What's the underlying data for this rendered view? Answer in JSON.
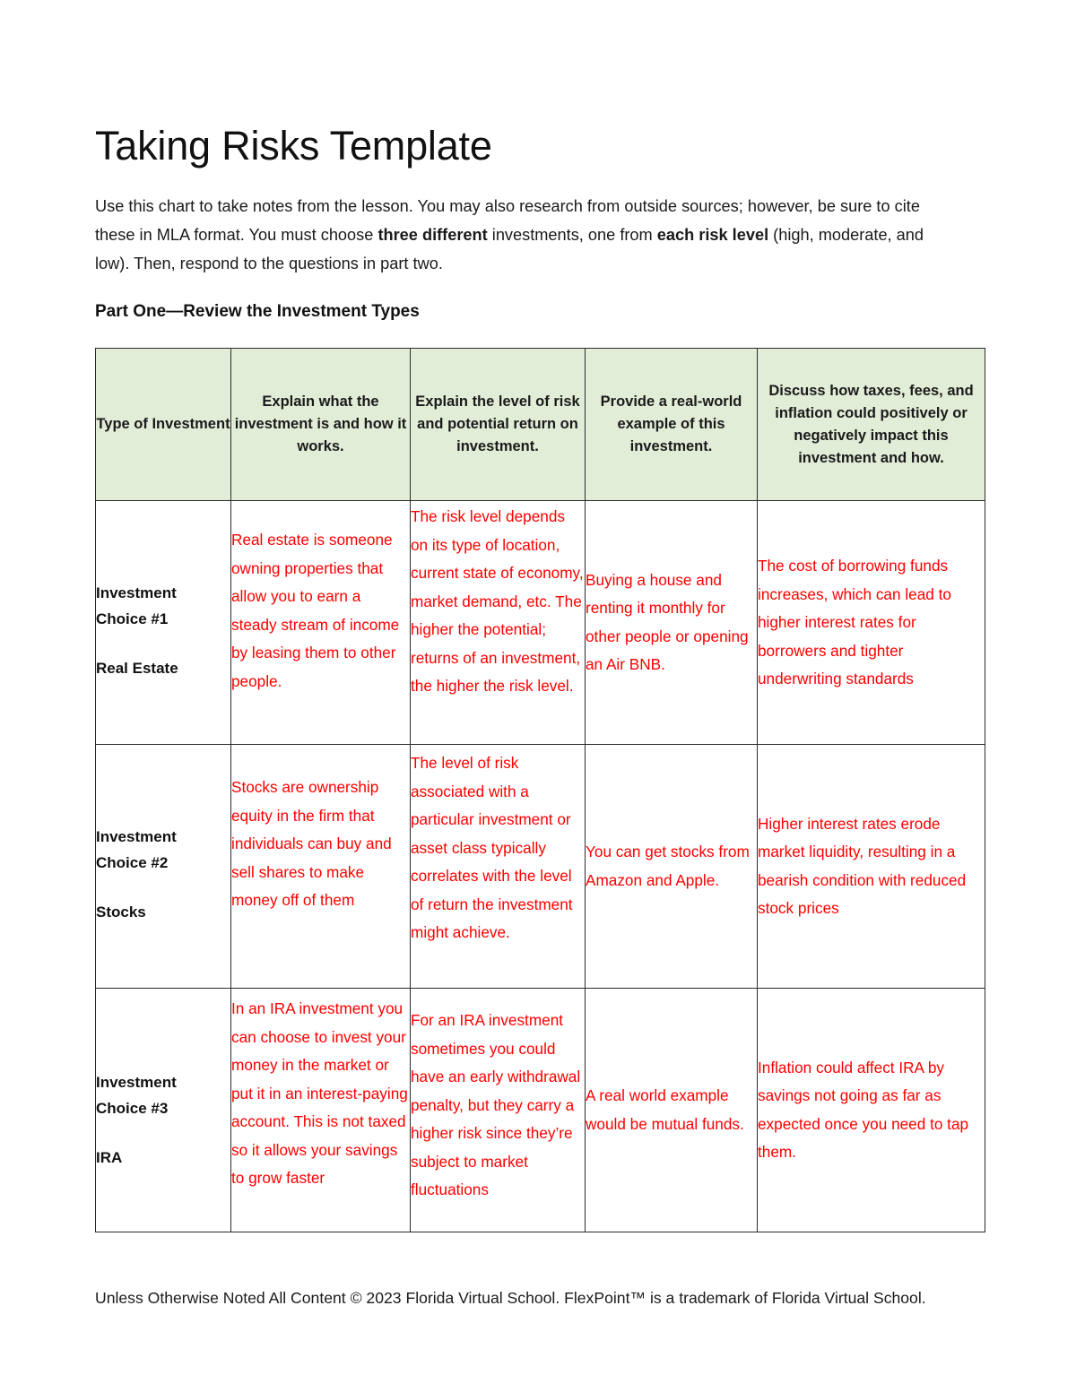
{
  "document": {
    "title": "Taking Risks Template",
    "intro": {
      "part_1": "Use this chart to take notes from the lesson. You may also research from outside sources; however, be sure to cite these in MLA format. You must choose ",
      "bold_1": "three different",
      "part_2": " investments, one from ",
      "bold_2": "each risk level",
      "part_3": " (high, moderate, and low). Then, respond to the questions in part two."
    },
    "section_heading": "Part One—Review the Investment Types",
    "footer": "Unless Otherwise Noted All Content © 2023 Florida Virtual School. FlexPoint™ is a trademark of Florida Virtual School."
  },
  "colors": {
    "header_fill": "#E2EDD8",
    "answer_text": "#FF0000",
    "border": "#2B2B2B",
    "body_text": "#1A1A1A"
  },
  "table": {
    "headers": [
      "Type of Investment",
      "Explain what the investment is and how it works.",
      "Explain the level of risk and potential return on investment.",
      "Provide a real-world example of this investment.",
      "Discuss how taxes, fees, and inflation could positively or negatively impact this investment and how."
    ],
    "rows": [
      {
        "choice_label": "Investment Choice #1",
        "investment_name": "Real Estate",
        "what_it_is": "Real estate is someone owning properties that allow you to earn a steady stream of income by leasing them to other people.",
        "risk_and_return": "The risk level depends on its type of location, current state of economy, market demand, etc. The higher the potential; returns of an investment, the higher the risk level.",
        "real_world_example": "Buying a house and renting it monthly for other people or opening an Air BNB.",
        "taxes_fees_inflation": "The cost of borrowing funds increases, which can lead to higher interest rates for borrowers and tighter underwriting standards"
      },
      {
        "choice_label": "Investment Choice #2",
        "investment_name": "Stocks",
        "what_it_is": "Stocks are ownership equity in the firm that individuals can buy and sell shares to make money off of them",
        "risk_and_return": "The level of risk associated with a particular investment or asset class typically correlates with the level of return the investment might achieve.",
        "real_world_example": "You can get stocks from Amazon and Apple.",
        "taxes_fees_inflation": "Higher interest rates erode market liquidity, resulting in a bearish condition with reduced stock prices"
      },
      {
        "choice_label": "Investment Choice #3",
        "investment_name": "IRA",
        "what_it_is": "In an IRA investment you can choose to invest your money in the market or put it in an interest-paying account. This is not taxed so it allows your savings to grow faster",
        "risk_and_return": "For an IRA investment sometimes you could have an early withdrawal penalty, but they carry a higher risk since they’re subject to market fluctuations",
        "real_world_example": "A real world example would be mutual funds.",
        "taxes_fees_inflation": "Inflation could affect IRA by savings not going as far as expected once you need to tap them."
      }
    ]
  }
}
